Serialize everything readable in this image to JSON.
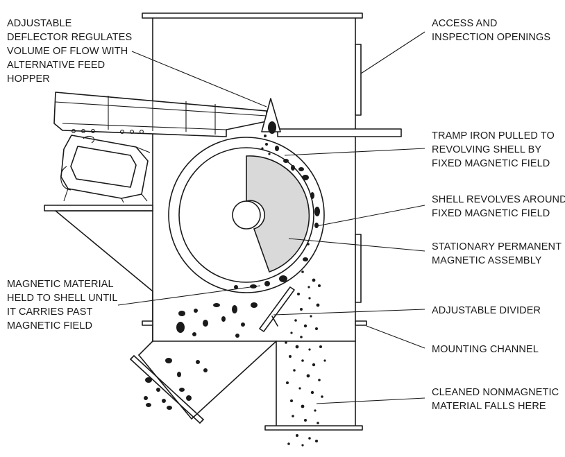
{
  "labels": {
    "deflector": [
      "ADJUSTABLE",
      "DEFLECTOR REGULATES",
      "VOLUME OF FLOW WITH",
      "ALTERNATIVE FEED",
      "HOPPER"
    ],
    "access": [
      "ACCESS AND",
      "INSPECTION OPENINGS"
    ],
    "tramp": [
      "TRAMP IRON PULLED TO",
      "REVOLVING SHELL BY",
      "FIXED MAGNETIC FIELD"
    ],
    "shell": [
      "SHELL REVOLVES AROUND",
      "FIXED MAGNETIC FIELD"
    ],
    "stationary": [
      "STATIONARY PERMANENT",
      "MAGNETIC ASSEMBLY"
    ],
    "magnetic_material": [
      "MAGNETIC MATERIAL",
      "HELD TO SHELL UNTIL",
      "IT CARRIES PAST",
      "MAGNETIC FIELD"
    ],
    "divider": [
      "ADJUSTABLE DIVIDER"
    ],
    "mounting": [
      "MOUNTING CHANNEL"
    ],
    "cleaned": [
      "CLEANED NONMAGNETIC",
      "MATERIAL FALLS HERE"
    ]
  },
  "colors": {
    "ink": "#1a1a1a",
    "magnet_fill": "#d9d9d9",
    "background": "#ffffff"
  }
}
